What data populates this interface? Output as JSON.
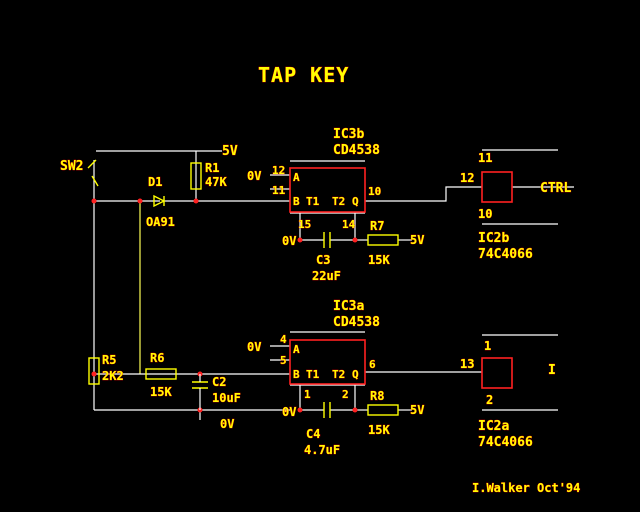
{
  "title": "TAP KEY",
  "credit": "I.Walker Oct'94",
  "colors": {
    "background": "#000000",
    "wire": "#ffffff",
    "label": "#ffff00",
    "label_shadow": "#ff0000",
    "chip_outline": "#ff2020"
  },
  "supply": {
    "plus": "+5V",
    "plus_top": "5V",
    "zero": "0V"
  },
  "switch": {
    "ref": "SW2"
  },
  "top": {
    "R1": {
      "ref": "R1",
      "value": "47K"
    },
    "D1": {
      "ref": "D1",
      "value": "OA91"
    },
    "IC3b": {
      "ref": "IC3b",
      "type": "CD4538",
      "pin_12": "12",
      "pin_11": "11",
      "pin_10": "10",
      "pin_15": "15",
      "pin_14": "14",
      "A": "A",
      "B": "B",
      "Q": "Q",
      "T1": "T1",
      "T2": "T2",
      "in_label": "0V"
    },
    "C3": {
      "ref": "C3",
      "value": "22uF",
      "rail": "0V"
    },
    "R7": {
      "ref": "R7",
      "value": "15K",
      "rail": "5V"
    },
    "IC2b": {
      "ref": "IC2b",
      "type": "74C4066",
      "pin_12": "12",
      "pin_11": "11",
      "pin_10": "10"
    },
    "output": "CTRL"
  },
  "bottom": {
    "R5": {
      "ref": "R5",
      "value": "2K2"
    },
    "R6": {
      "ref": "R6",
      "value": "15K"
    },
    "C2": {
      "ref": "C2",
      "value": "10uF",
      "rail": "0V"
    },
    "IC3a": {
      "ref": "IC3a",
      "type": "CD4538",
      "pin_4": "4",
      "pin_5": "5",
      "pin_6": "6",
      "pin_1": "1",
      "pin_2": "2",
      "A": "A",
      "B": "B",
      "Q": "Q",
      "T1": "T1",
      "T2": "T2",
      "in_label": "0V"
    },
    "C4": {
      "ref": "C4",
      "value": "4.7uF",
      "rail": "0V"
    },
    "R8": {
      "ref": "R8",
      "value": "15K",
      "rail": "5V"
    },
    "IC2a": {
      "ref": "IC2a",
      "type": "74C4066",
      "pin_13": "13",
      "pin_1": "1",
      "pin_2": "2"
    },
    "output": "I"
  }
}
